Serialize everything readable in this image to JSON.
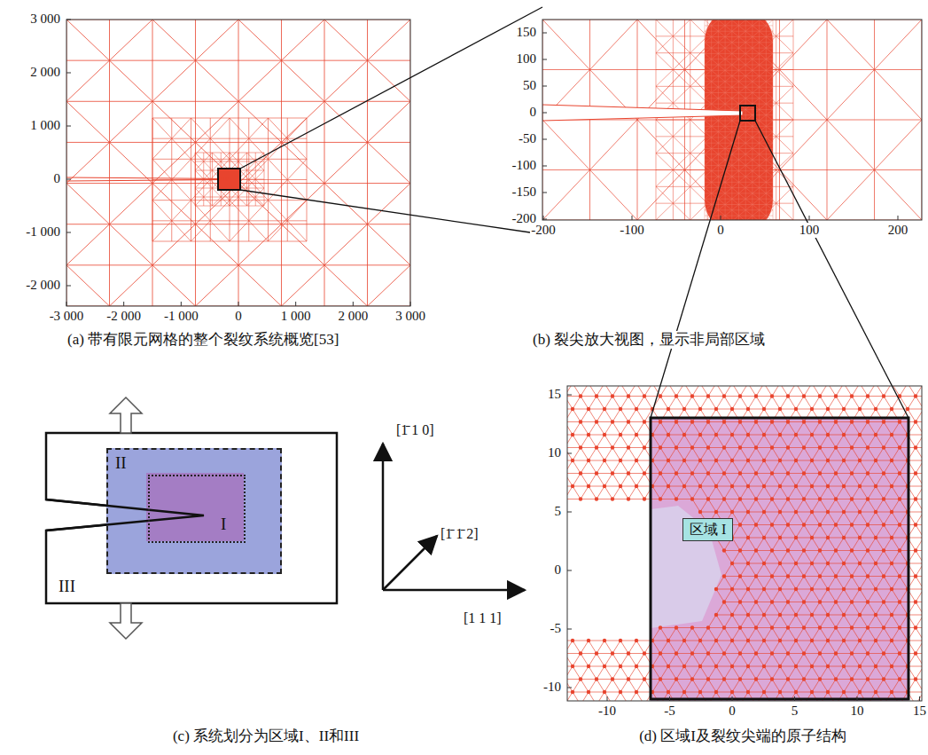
{
  "diagram": {
    "nodes": [
      {
        "text": [
          "III"
        ]
      },
      {
        "text": [
          "II"
        ],
        "in": 0
      },
      {
        "text": [
          "I"
        ],
        "in": 1
      },
      {
        "text": [
          "区域 I"
        ]
      }
    ],
    "labels": [
      "3 000",
      "2 000",
      "1 000",
      "0",
      "-1 000",
      "-2 000",
      "-3 000",
      "-2 000",
      "-1 000",
      "0",
      "1 000",
      "2 000",
      "3 000",
      "(a) 带有限元网格的整个裂纹系统概览[53]",
      "150",
      "100",
      "50",
      "0",
      "-50",
      "-100",
      "-150",
      "-200",
      "-200",
      "-100",
      "0",
      "100",
      "200",
      "(b) 裂尖放大视图，显示非局部区域",
      "[1̄ 1 0]",
      "[1̄ 1̄ 2]",
      "[1 1 1]",
      "(c) 系统划分为区域I、II和III",
      "15",
      "10",
      "5",
      "0",
      "-5",
      "-10",
      "-10",
      "-5",
      "0",
      "5",
      "10",
      "15",
      "(d) 区域I及裂纹尖端的原子结构"
    ]
  }
}
